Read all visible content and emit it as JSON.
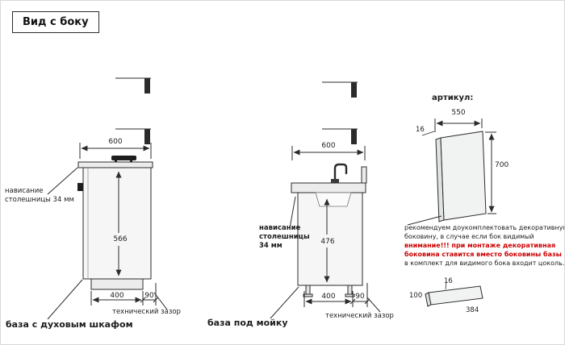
{
  "title": "Вид с боку",
  "colors": {
    "line": "#2b2b2b",
    "warning": "#cc0000",
    "fill": "#f4f4f4"
  },
  "oven_base": {
    "caption": "база с духовым шкафом",
    "depth_top": "600",
    "inner_height": "566",
    "overhang": [
      "нависание",
      "столешницы 34 мм"
    ],
    "plinth_depth": "400",
    "rear_gap": "90",
    "gap_label": "технический зазор"
  },
  "sink_base": {
    "caption": "база под мойку",
    "depth_top": "600",
    "inner_height": "476",
    "overhang": [
      "нависание",
      "столешницы",
      "34 мм"
    ],
    "plinth_depth": "400",
    "rear_gap": "90",
    "gap_label": "технический зазор"
  },
  "side_panel": {
    "article_label": "артикул:",
    "width": "550",
    "thickness": "16",
    "height": "700",
    "note_black_1": "рекомендуем доукомплектовать декоративную",
    "note_black_2": "боковину, в случае если бок видимый",
    "note_red_1": "внимание!!! при монтаже декоративная",
    "note_red_2": "боковина ставится вместо боковины базы лдсп",
    "note_black_3": "в комплект для видимого бока входит цоколь."
  },
  "plinth_strip": {
    "height": "100",
    "thickness": "16",
    "length": "384"
  }
}
